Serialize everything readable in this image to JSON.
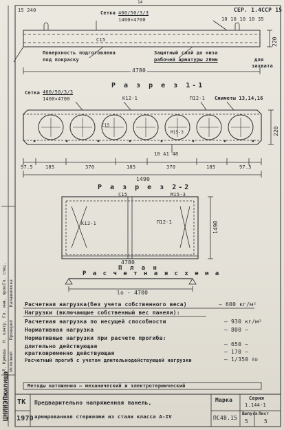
{
  "sheet": {
    "page_number": "14",
    "series_tag": "СЕР. 1.4ССР 15",
    "top_left_dim": "15 240"
  },
  "elevation": {
    "rebar_mesh_label": "Сетка 400/50/3/3 1400×4700",
    "rebar_mesh_label_line1": "Сетка",
    "rebar_mesh_fraction": "400/50/3/3",
    "rebar_mesh_size": "1400×4700",
    "rebar_bars": "10 10 10 10 35",
    "surface_note_line1": "Поверхность подготовлена",
    "surface_note_line2": "под покраску",
    "protect_note_line1": "Защитный слой до низа",
    "protect_note_line2": "рабочей арматуры 20мм",
    "slab_note_line1": "для",
    "slab_note_line2": "захвата",
    "inner_label": "С15",
    "length_dim": "4780",
    "height_dim": "220"
  },
  "section_1": {
    "title": "Р а з р е з 1-1",
    "mesh_label_line1": "Сетка",
    "mesh_fraction": "400/50/3/3",
    "mesh_size": "1400×4700",
    "k_label_1": "К12-1",
    "p_label": "П12-1",
    "fastenings": "Сжиметы 13,14,16",
    "circle_inner_1": "С15",
    "circle_inner_2": "М15-3",
    "bottom_rebar": "10 А1 48",
    "height_dim": "220",
    "dims": [
      "97.5",
      "185",
      "370",
      "185",
      "370",
      "185",
      "97.5"
    ],
    "total_dim": "1490"
  },
  "section_2": {
    "title": "Р а з р е з 2-2",
    "c_label": "С15",
    "m_label": "М15-3",
    "k_label": "К12-1",
    "p_label": "П12-1",
    "length_dim": "4780",
    "width_dim": "1490",
    "plan_label": "П л а н"
  },
  "calc_scheme": {
    "title": "Р а с ч е т н а я  с х е м а",
    "span": "lо - 4700"
  },
  "loads": {
    "title_row": "Расчетная нагрузка (без учета собственного веса) — 600 кг/м²",
    "title_left": "Расчетная нагрузка(без учета собственного веса)",
    "title_value": "– 600 кг/м²",
    "sub_title": "Нагрузки (включающие собственный вес панели):",
    "rows": [
      {
        "label": "Расчетная нагрузка по несущей способности",
        "value": "– 930 кг/м²"
      },
      {
        "label": "Нормативная нагрузка",
        "value": "– 800 –"
      },
      {
        "label": "Нормативные нагрузки при расчете прогиба:",
        "value": ""
      },
      {
        "label": "длительно действующая",
        "value": "– 650 –"
      },
      {
        "label": "кратковременно действующая",
        "value": "– 170 –"
      },
      {
        "label": "Расчетный прогиб с учетом длительнодействующей нагрузки",
        "value": "– 1/350 ℓо"
      }
    ]
  },
  "tension_method": "Методы натяжения — механический и электротермический",
  "title_block": {
    "org_code": "ТК",
    "year": "1970",
    "desc_line1": "Предварительно напряженная панель,",
    "desc_line2": "армированная стержнями из стали класса А-IV",
    "mark_label": "Марка",
    "mark_value": "ПС48.15",
    "series_label": "Серия",
    "series_value": "1.144-1",
    "issue_label": "Выпуск",
    "issue_value": "5",
    "sheet_label": "Лист",
    "sheet_value": "5"
  },
  "side_strip": {
    "main_vertical": "ЦНИИЭПжилища",
    "stamp_texts": [
      "Л. Кривда",
      "Н. контр.",
      "Гл. инж. прое.",
      "Гл. спец.",
      "Исполнил",
      "Проверил",
      "Калашникова"
    ]
  }
}
